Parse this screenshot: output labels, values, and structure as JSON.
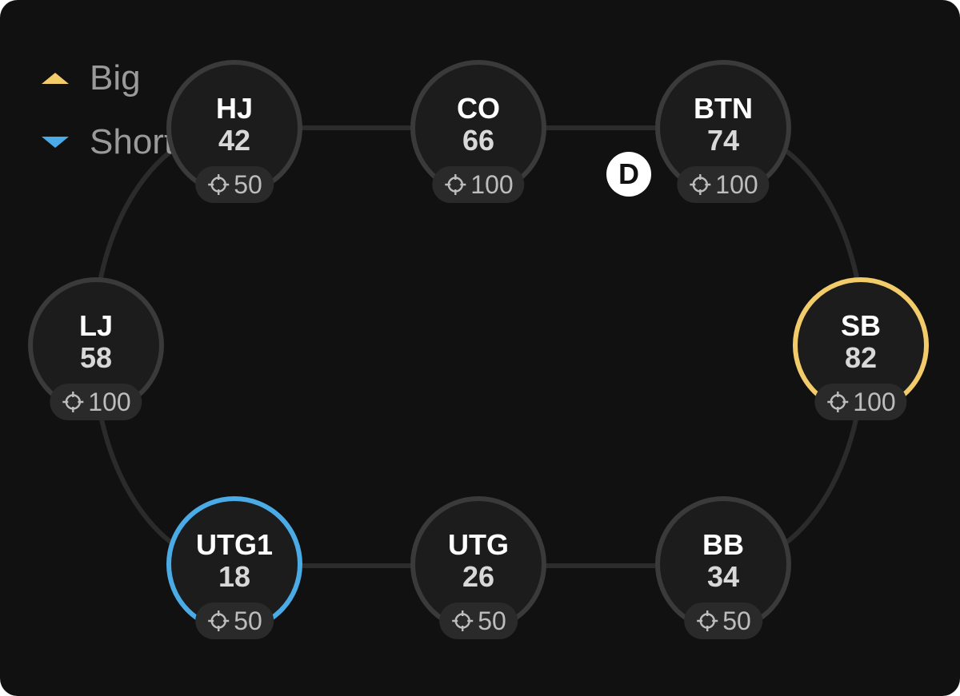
{
  "legend": {
    "big_label": "Big",
    "short_label": "Short",
    "big_color": "#F2CB6A",
    "short_color": "#4AABE6"
  },
  "seats": [
    {
      "name": "HJ",
      "number": "42",
      "stack": "50",
      "status": "normal"
    },
    {
      "name": "CO",
      "number": "66",
      "stack": "100",
      "status": "normal"
    },
    {
      "name": "BTN",
      "number": "74",
      "stack": "100",
      "status": "normal"
    },
    {
      "name": "LJ",
      "number": "58",
      "stack": "100",
      "status": "normal"
    },
    {
      "name": "SB",
      "number": "82",
      "stack": "100",
      "status": "big"
    },
    {
      "name": "UTG1",
      "number": "18",
      "stack": "50",
      "status": "short"
    },
    {
      "name": "UTG",
      "number": "26",
      "stack": "50",
      "status": "normal"
    },
    {
      "name": "BB",
      "number": "34",
      "stack": "50",
      "status": "normal"
    }
  ],
  "dealer_button": {
    "label": "D",
    "seat": "BTN"
  },
  "icons": {
    "stack": "crosshair-icon"
  }
}
